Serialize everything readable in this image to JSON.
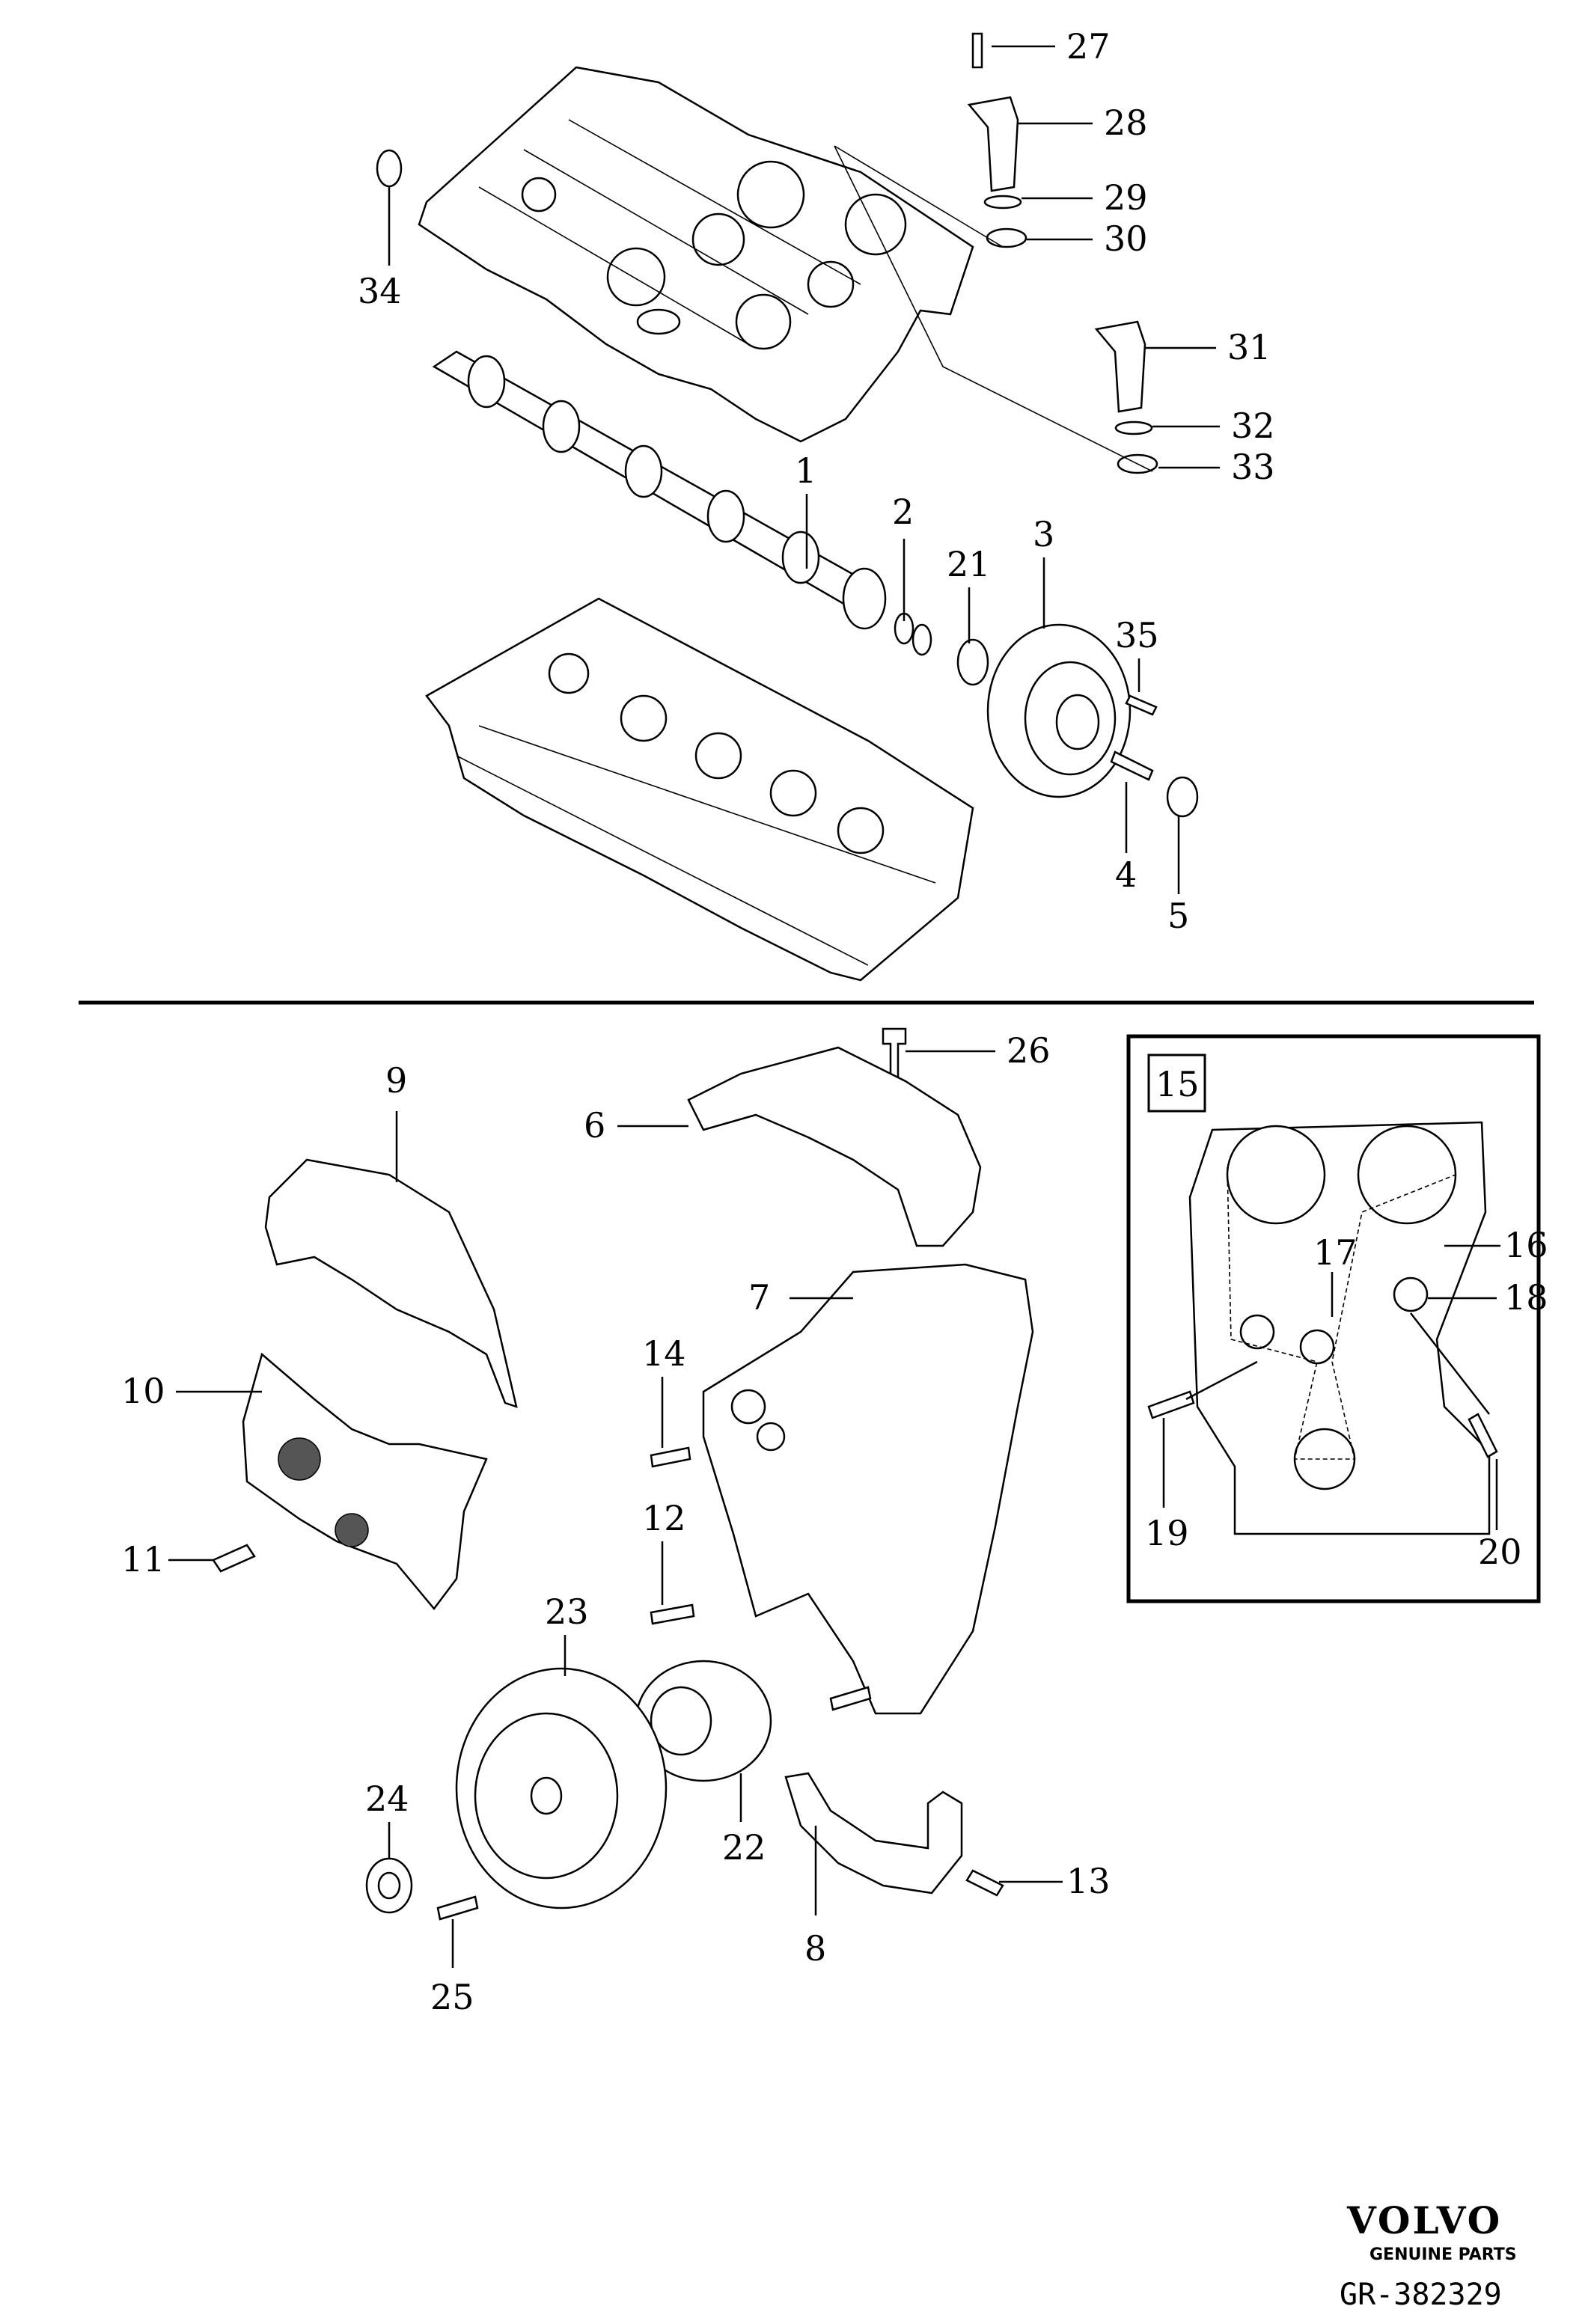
{
  "callouts": [
    {
      "num": "1"
    },
    {
      "num": "2"
    },
    {
      "num": "3"
    },
    {
      "num": "4"
    },
    {
      "num": "5"
    },
    {
      "num": "6"
    },
    {
      "num": "7"
    },
    {
      "num": "8"
    },
    {
      "num": "9"
    },
    {
      "num": "10"
    },
    {
      "num": "11"
    },
    {
      "num": "12"
    },
    {
      "num": "13"
    },
    {
      "num": "14"
    },
    {
      "num": "15"
    },
    {
      "num": "16"
    },
    {
      "num": "17"
    },
    {
      "num": "18"
    },
    {
      "num": "19"
    },
    {
      "num": "20"
    },
    {
      "num": "21"
    },
    {
      "num": "22"
    },
    {
      "num": "23"
    },
    {
      "num": "24"
    },
    {
      "num": "25"
    },
    {
      "num": "26"
    },
    {
      "num": "27"
    },
    {
      "num": "28"
    },
    {
      "num": "29"
    },
    {
      "num": "30"
    },
    {
      "num": "31"
    },
    {
      "num": "32"
    },
    {
      "num": "33"
    },
    {
      "num": "34"
    },
    {
      "num": "35"
    }
  ],
  "branding": {
    "logo_text": "VOLVO",
    "subtitle": "GENUINE PARTS",
    "reference": "GR-382329"
  }
}
